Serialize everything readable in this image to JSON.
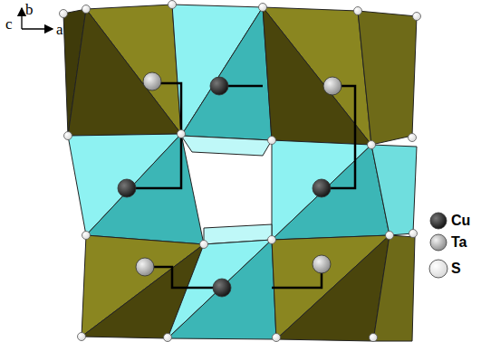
{
  "diagram": {
    "labels": [
      "b",
      "c",
      "a"
    ],
    "legend": [
      {
        "text": "Cu"
      },
      {
        "text": "Ta"
      },
      {
        "text": "S"
      }
    ]
  }
}
